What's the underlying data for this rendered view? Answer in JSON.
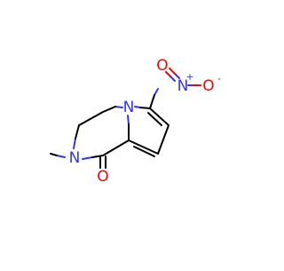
{
  "molecule": {
    "atoms": {
      "n_ring": "N",
      "n_methyl": "N",
      "n_nitro": "N",
      "o_nitro_right": "O",
      "o_nitro_top": "O",
      "o_carbonyl": "O"
    },
    "charges": {
      "n_nitro": "+",
      "o_nitro_right": "-"
    },
    "colors": {
      "nitrogen": "#3333ff",
      "oxygen": "#ff0000",
      "carbon_bond": "#000000"
    }
  }
}
